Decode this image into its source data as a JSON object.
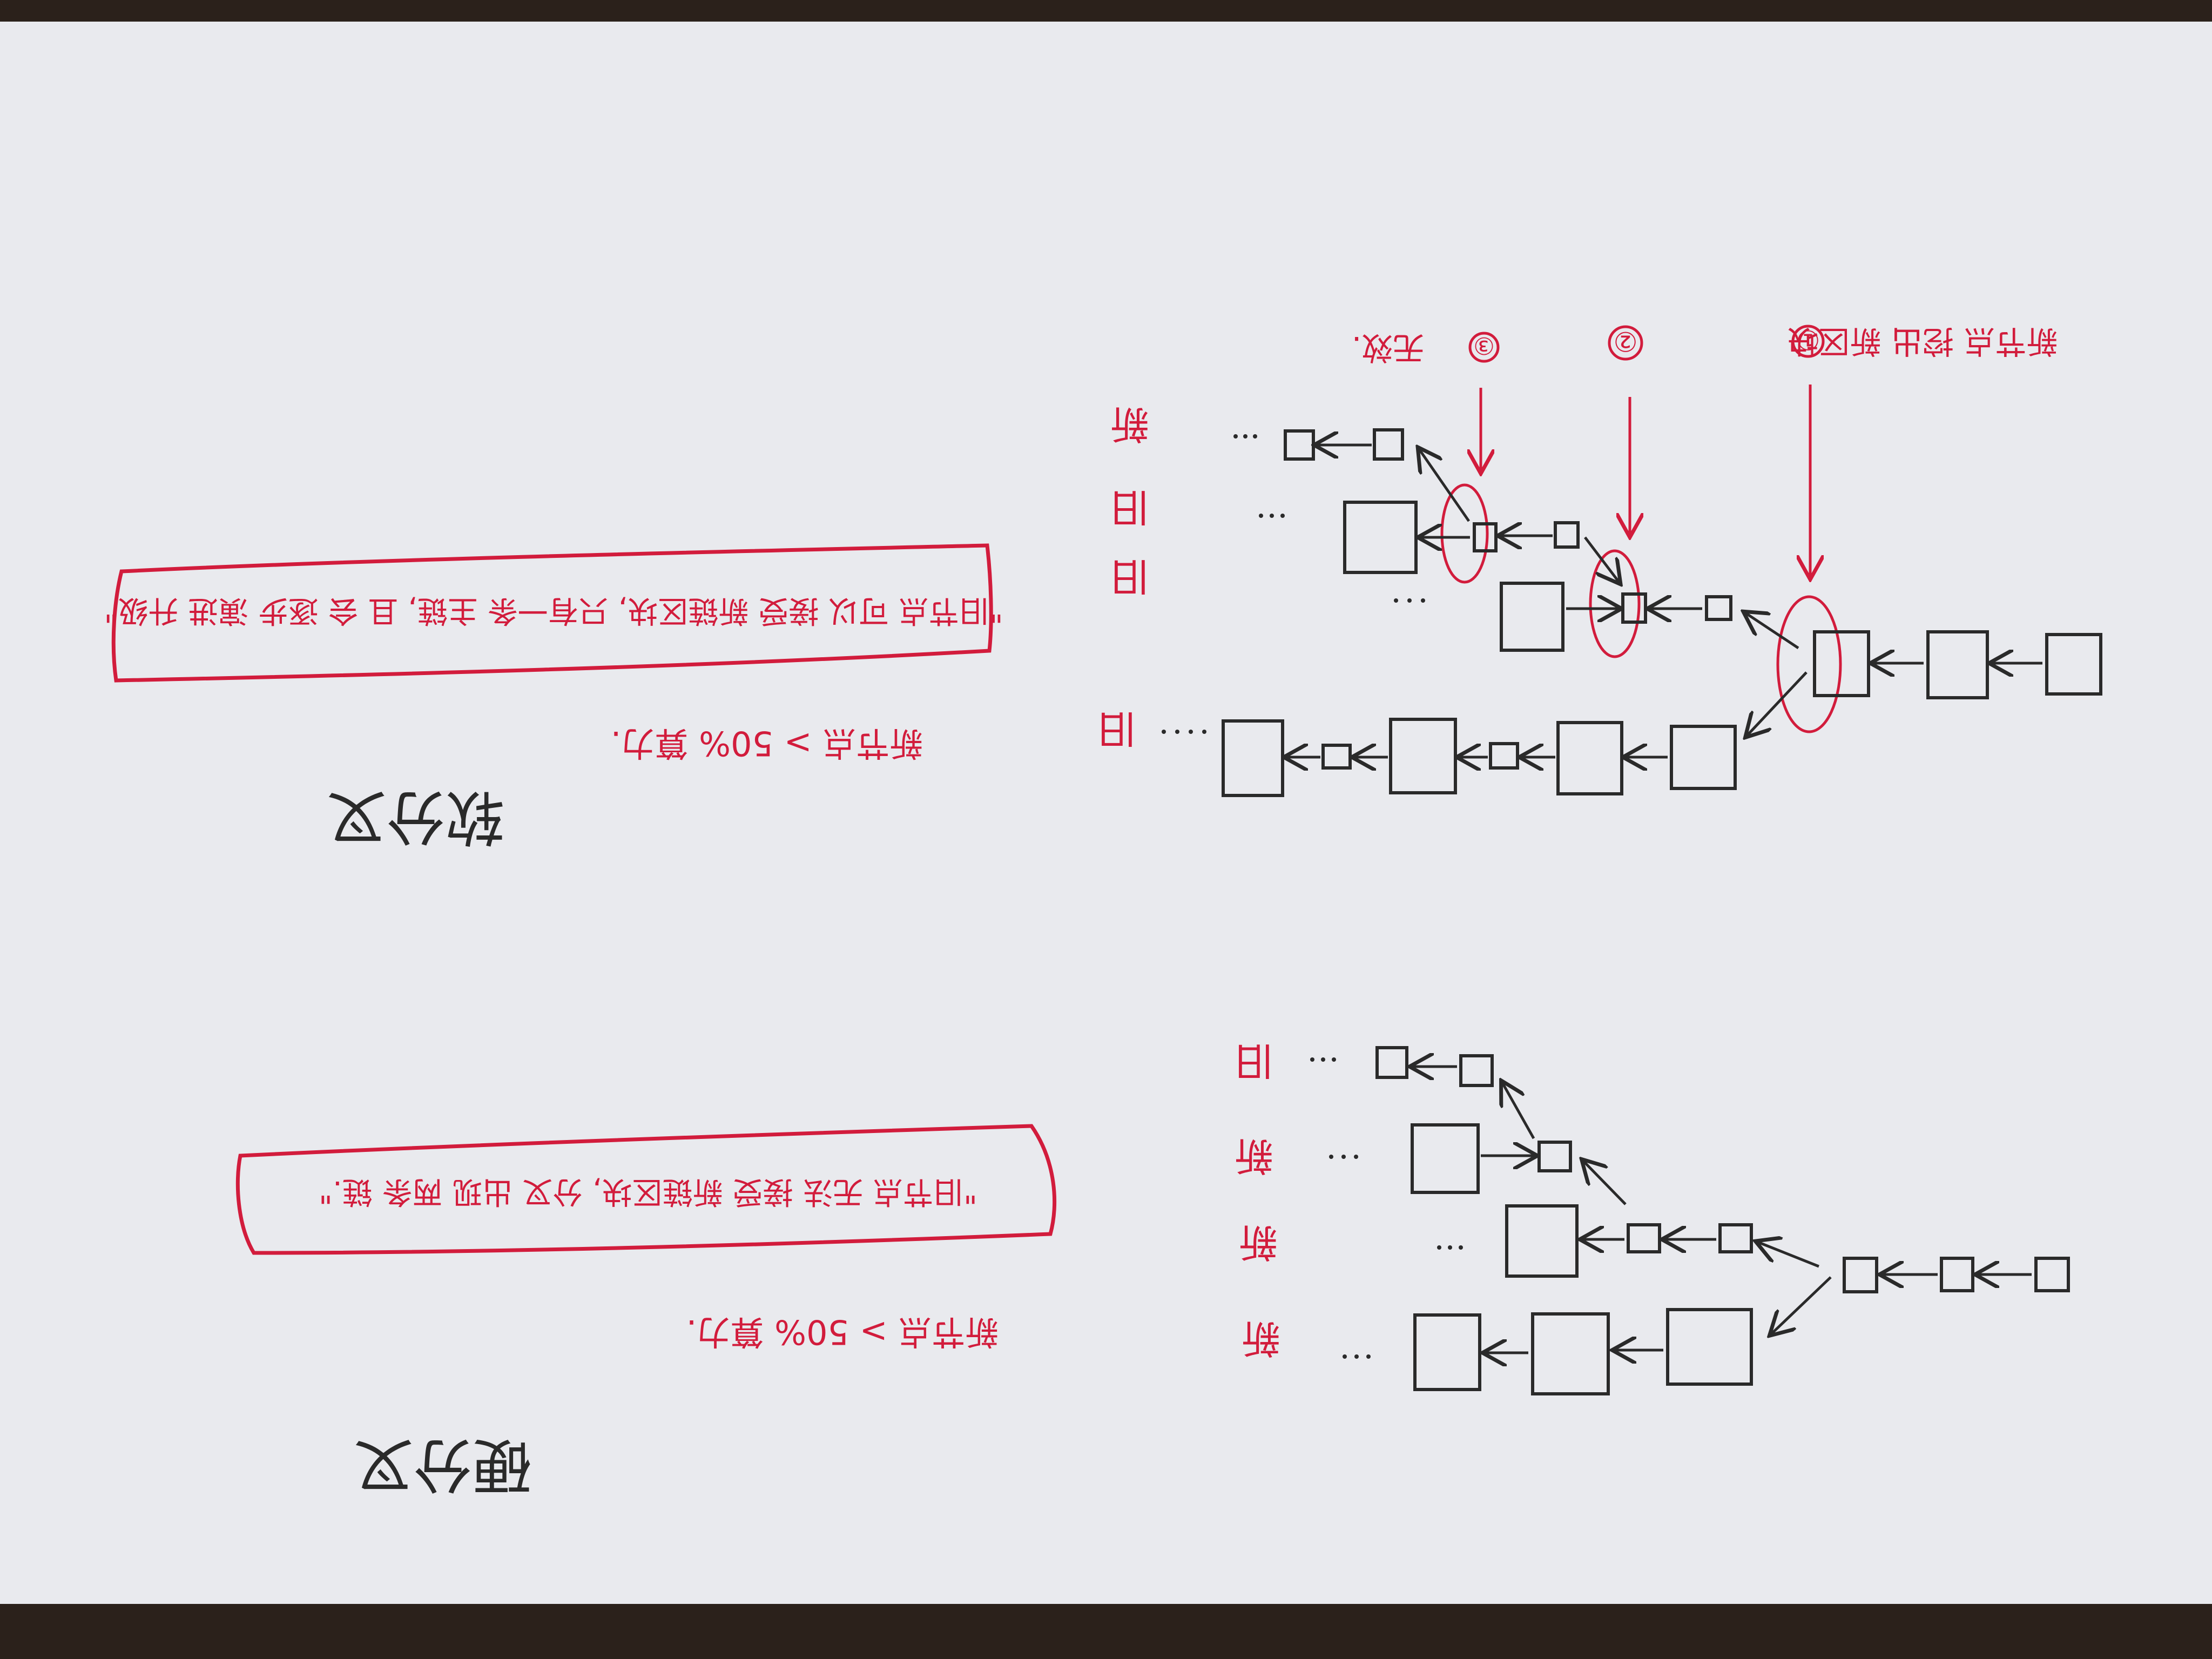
{
  "colors": {
    "ink_black": "#2a2a2a",
    "ink_red": "#d21c3c",
    "paper": "#e9eaee",
    "desk": "#2b211b"
  },
  "soft_fork": {
    "heading": "软分叉",
    "condition": "新节点 > 50% 算力.",
    "note": "\"旧节点 可以 接受 新链区块, 只有一条 主链, 且 会 逐步 演进 升级\"",
    "steps": [
      {
        "num": "①",
        "text": "新节点 挖出 新区块"
      },
      {
        "num": "②",
        "text": ""
      },
      {
        "num": "③",
        "text": "无效."
      }
    ],
    "row_labels": [
      "新",
      "旧",
      "旧",
      "旧"
    ]
  },
  "hard_fork": {
    "heading": "硬分叉",
    "condition": "新节点 > 50% 算力.",
    "note": "\"旧节点 无法 接受 新链区块, 分叉 出现 两条 链.\"",
    "row_labels": [
      "旧",
      "新",
      "新",
      "新"
    ]
  }
}
